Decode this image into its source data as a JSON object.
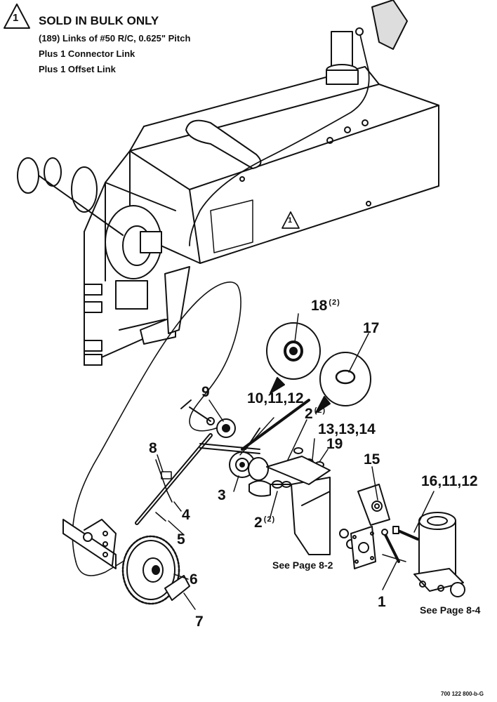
{
  "note": {
    "symbol": "1",
    "title": "SOLD IN BULK ONLY",
    "lines": [
      "(189) Links of #50 R/C, 0.625\" Pitch",
      "Plus 1 Connector Link",
      "Plus 1 Offset Link"
    ]
  },
  "callouts": {
    "c18": "18",
    "c18_qty": "(2)",
    "c17": "17",
    "c9": "9",
    "c10_11_12": "10,11,12",
    "c2a": "2",
    "c2a_qty": "(2)",
    "c13_13_14": "13,13,14",
    "c19": "19",
    "c8": "8",
    "c15": "15",
    "c16_11_12": "16,11,12",
    "c3": "3",
    "c4": "4",
    "c2b": "2",
    "c2b_qty": "(2)",
    "c5": "5",
    "c6": "6",
    "c7": "7",
    "c1": "1",
    "chassis_symbol": "1"
  },
  "references": {
    "page_8_2": "See Page 8-2",
    "page_8_4": "See Page 8-4"
  },
  "drawing_code": "700 122 800-b-G"
}
